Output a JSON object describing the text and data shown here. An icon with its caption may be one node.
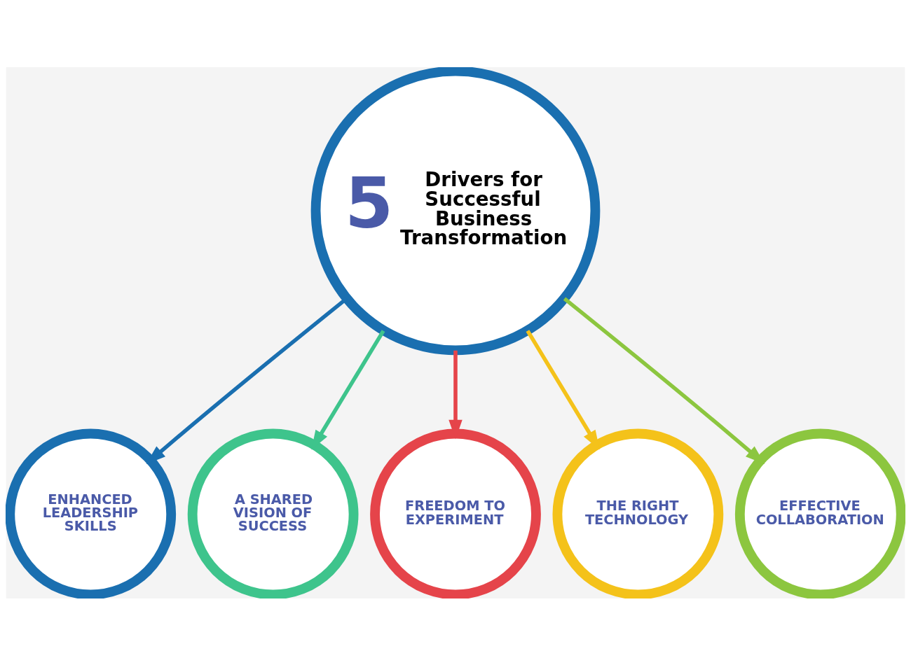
{
  "diagram": {
    "nodes": [
      {
        "text": [
          "5",
          "Drivers for Successful Business Transformation"
        ]
      },
      {
        "text": [
          "ENHANCED LEADERSHIP SKILLS"
        ]
      },
      {
        "text": [
          "A SHARED VISION OF SUCCESS"
        ]
      },
      {
        "text": [
          "FREEDOM TO EXPERIMENT"
        ]
      },
      {
        "text": [
          "THE RIGHT TECHNOLOGY"
        ]
      },
      {
        "text": [
          "EFFECTIVE COLLABORATION"
        ]
      }
    ],
    "edges": [
      {
        "from": 0,
        "to": 1,
        "arrow": "to",
        "color": "#1a6fb0"
      },
      {
        "from": 0,
        "to": 2,
        "arrow": "to",
        "color": "#3ec48c"
      },
      {
        "from": 0,
        "to": 3,
        "arrow": "to",
        "color": "#e5444a"
      },
      {
        "from": 0,
        "to": 4,
        "arrow": "to",
        "color": "#f4c21a"
      },
      {
        "from": 0,
        "to": 5,
        "arrow": "to",
        "color": "#8cc63f"
      }
    ]
  }
}
